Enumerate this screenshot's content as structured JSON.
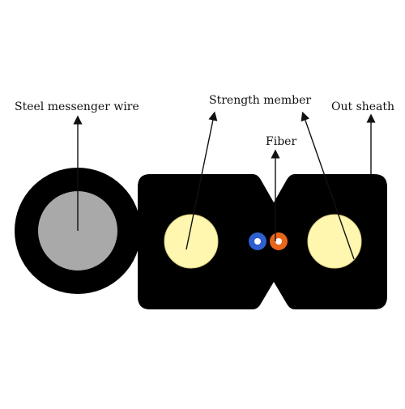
{
  "labels": {
    "steel_messenger_wire": "Steel messenger wire",
    "strength_member": "Strength member",
    "fiber": "Fiber",
    "out_sheath": "Out sheath"
  },
  "colors": {
    "background": "#ffffff",
    "sheath": "#000000",
    "steel_wire": "#a9a9a9",
    "strength_member": "#fff7b0",
    "fiber_blue": "#2f5fd0",
    "fiber_orange": "#e8651a",
    "fiber_core": "#ffffff",
    "leader_line": "#111111"
  }
}
